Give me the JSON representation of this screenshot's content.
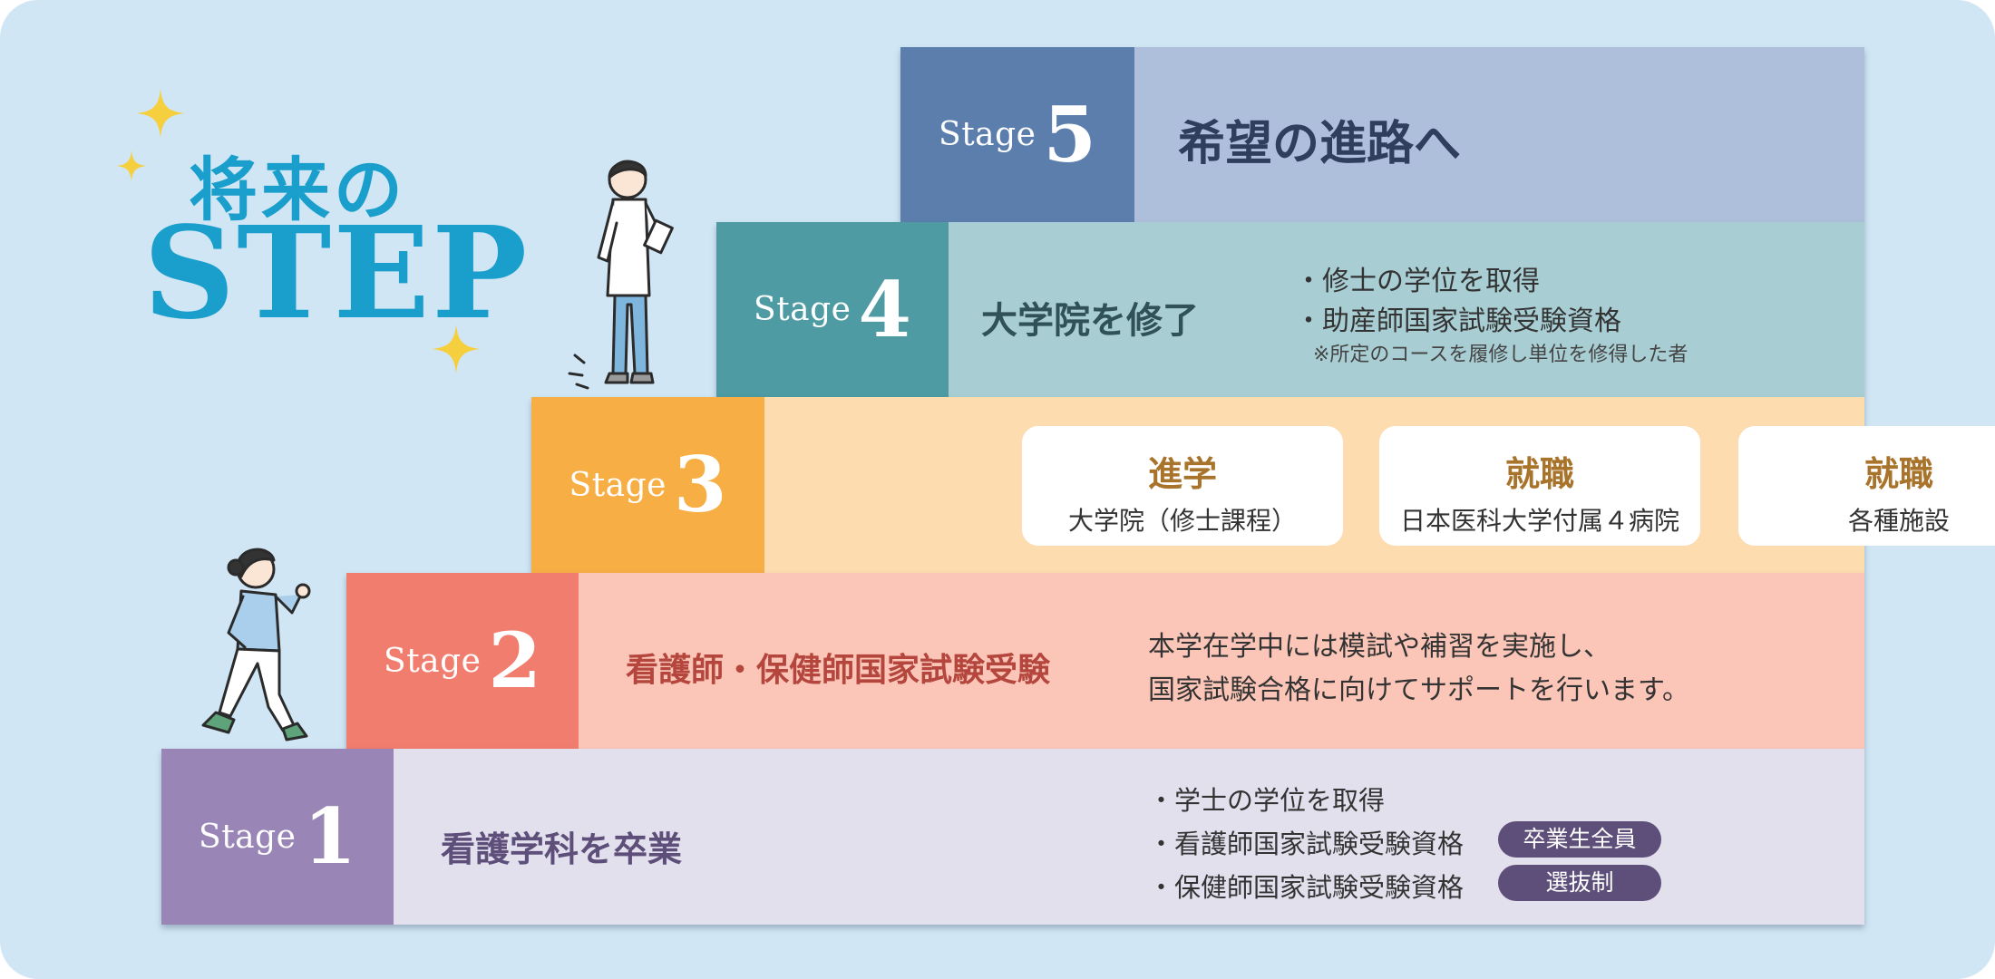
{
  "title": {
    "line1": "将来の",
    "line2": "STEP"
  },
  "stages": [
    {
      "word": "Stage",
      "num": "5",
      "heading": "希望の進路へ"
    },
    {
      "word": "Stage",
      "num": "4",
      "heading": "大学院を修了",
      "bullets": [
        "・修士の学位を取得",
        "・助産師国家試験受験資格"
      ],
      "note": "※所定のコースを履修し単位を修得した者"
    },
    {
      "word": "Stage",
      "num": "3",
      "boxes": [
        {
          "title": "進学",
          "sub": "大学院（修士課程）"
        },
        {
          "title": "就職",
          "sub": "日本医科大学付属４病院"
        },
        {
          "title": "就職",
          "sub": "各種施設"
        }
      ]
    },
    {
      "word": "Stage",
      "num": "2",
      "heading": "看護師・保健師国家試験受験",
      "lines": [
        "本学在学中には模試や補習を実施し、",
        "国家試験合格に向けてサポートを行います。"
      ]
    },
    {
      "word": "Stage",
      "num": "1",
      "heading": "看護学科を卒業",
      "bullets": [
        "・学士の学位を取得",
        "・看護師国家試験受験資格",
        "・保健師国家試験受験資格"
      ],
      "badges": [
        "卒業生全員",
        "選抜制"
      ]
    }
  ],
  "colors": {
    "background": "#d0e6f4",
    "title": "#1a9fcc",
    "stage5": "#5b7ead",
    "stage4": "#4e9ba3",
    "stage3": "#f7ae45",
    "stage2": "#f17d6e",
    "stage1": "#9a86b6"
  },
  "icons": [
    "sparkle-icon",
    "nurse-illustration",
    "student-walking-illustration"
  ]
}
